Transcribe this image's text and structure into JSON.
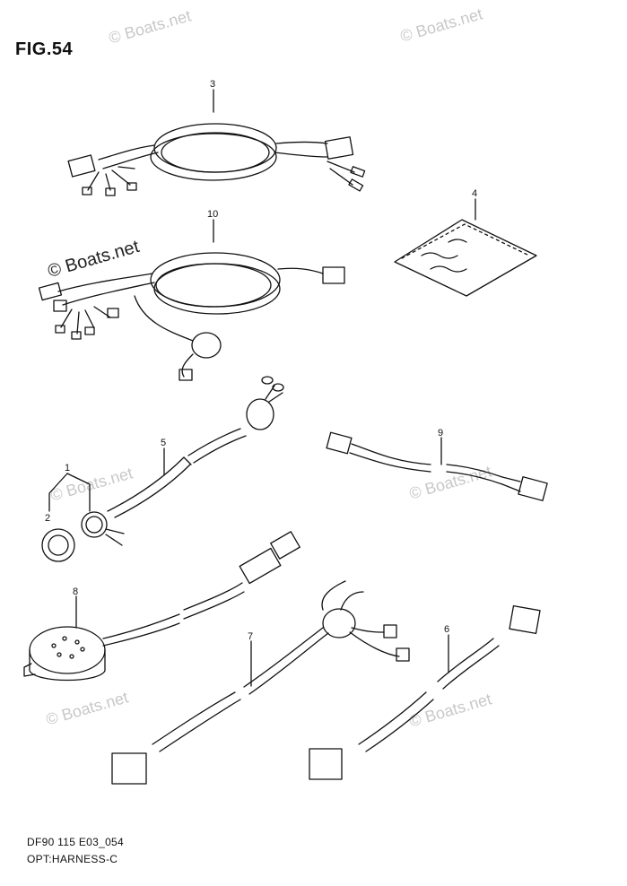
{
  "figure": {
    "title": "FIG.54",
    "footer_code": "DF90 115 E03_054",
    "footer_name": "OPT:HARNESS-C"
  },
  "watermarks": [
    "© Boats.net"
  ],
  "parts": [
    {
      "ref": "1"
    },
    {
      "ref": "2"
    },
    {
      "ref": "3"
    },
    {
      "ref": "4"
    },
    {
      "ref": "5"
    },
    {
      "ref": "6"
    },
    {
      "ref": "7"
    },
    {
      "ref": "8"
    },
    {
      "ref": "9"
    },
    {
      "ref": "10"
    }
  ]
}
